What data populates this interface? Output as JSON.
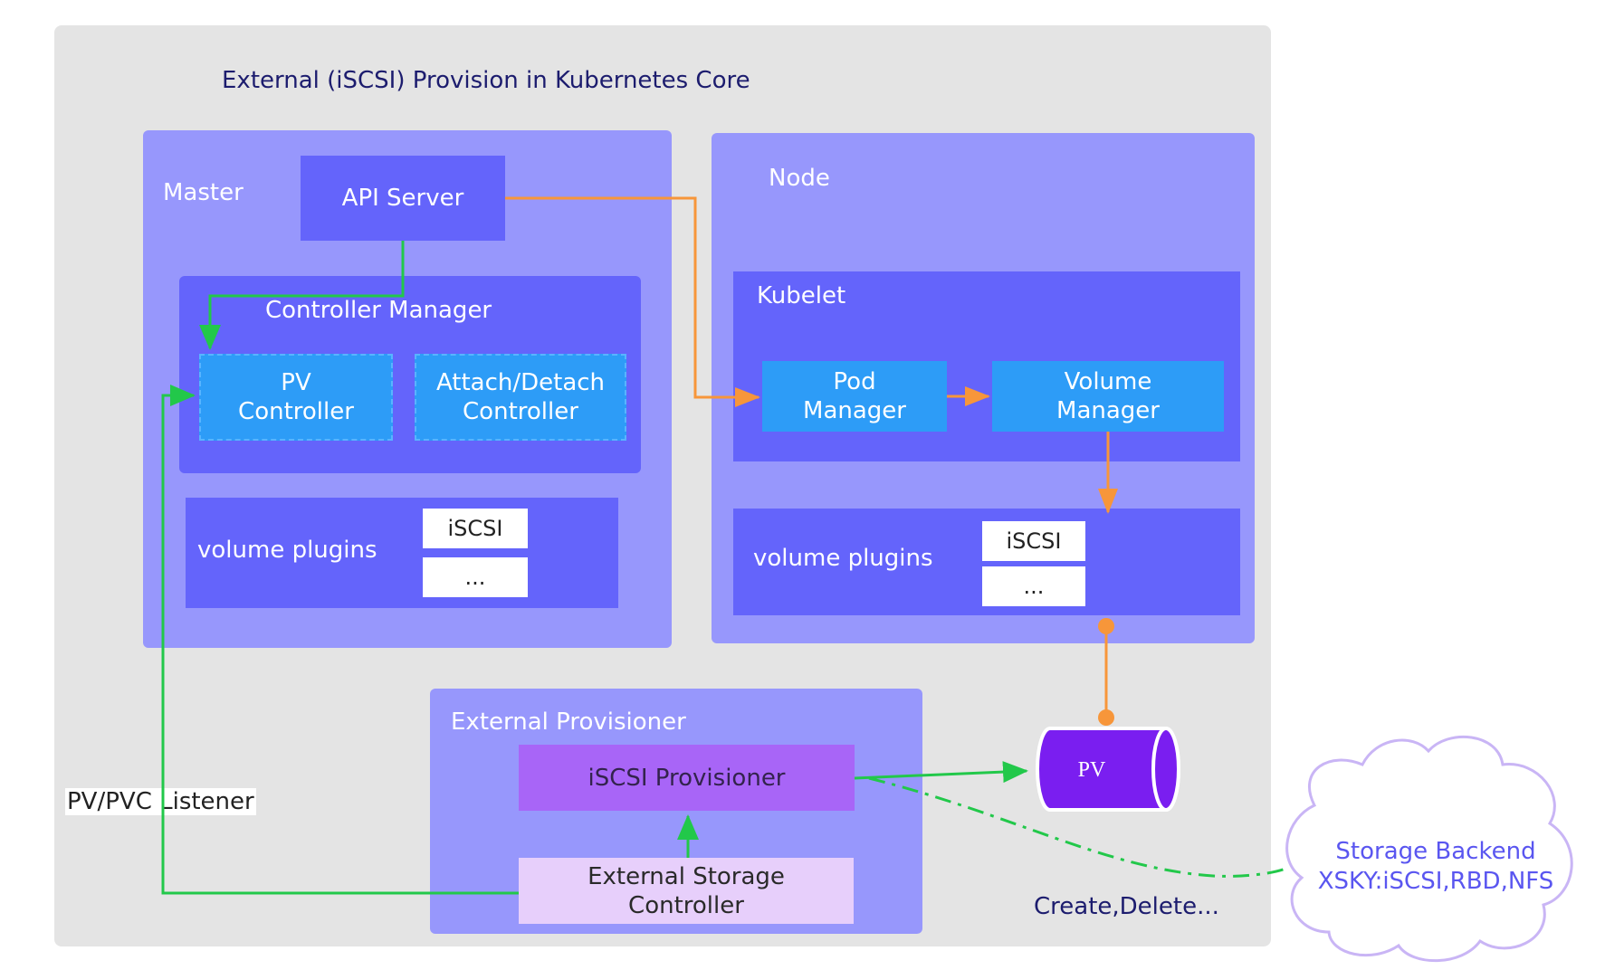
{
  "title": "External (iSCSI) Provision in Kubernetes Core",
  "master": {
    "label": "Master",
    "api_server": "API Server",
    "controller_manager": "Controller Manager",
    "pv_controller": "PV\nController",
    "attach_detach_controller": "Attach/Detach\nController",
    "volume_plugins": "volume plugins",
    "plugin_iscsi": "iSCSI",
    "plugin_more": "..."
  },
  "node": {
    "label": "Node",
    "kubelet": "Kubelet",
    "pod_manager": "Pod\nManager",
    "volume_manager": "Volume\nManager",
    "volume_plugins": "volume plugins",
    "plugin_iscsi": "iSCSI",
    "plugin_more": "..."
  },
  "external_provisioner": {
    "label": "External Provisioner",
    "iscsi_provisioner": "iSCSI Provisioner",
    "external_storage_controller": "External Storage\nController"
  },
  "pv_volume": "PV",
  "listener_label": "PV/PVC Listener",
  "create_delete_label": "Create,Delete...",
  "storage_backend": {
    "line1": "Storage Backend",
    "line2": "XSKY:iSCSI,RBD,NFS"
  },
  "colors": {
    "green_arrow": "#22c84a",
    "orange_arrow": "#f7963a",
    "pv_purple": "#7a1ef0",
    "provisioner_purple": "#a865f7"
  }
}
